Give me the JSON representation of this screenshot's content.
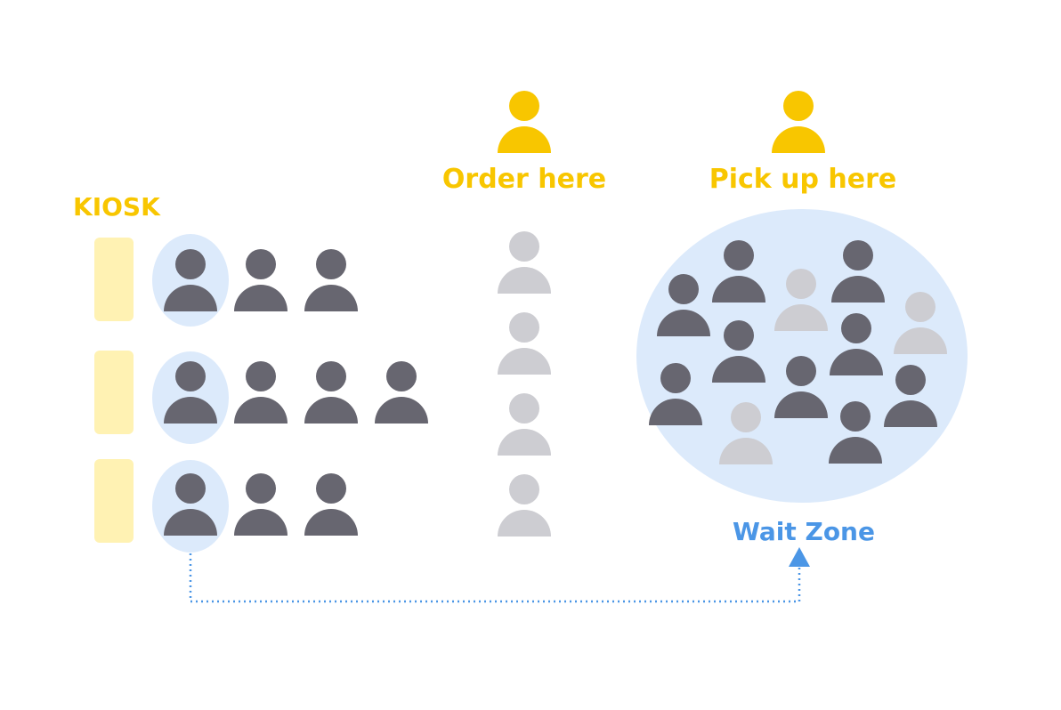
{
  "labels": {
    "kiosk": "KIOSK",
    "order": "Order here",
    "pickup": "Pick up here",
    "wait_zone": "Wait Zone"
  },
  "colors": {
    "yellow": "#f8c600",
    "kiosk_box": "#fff2b3",
    "dark_person": "#676670",
    "light_person": "#cdcdd2",
    "highlight": "#dceafb",
    "blue": "#4b96e6",
    "zone_fill": "#dceafb"
  },
  "icons": {
    "person": "person-icon",
    "arrow": "arrow-up-icon"
  }
}
